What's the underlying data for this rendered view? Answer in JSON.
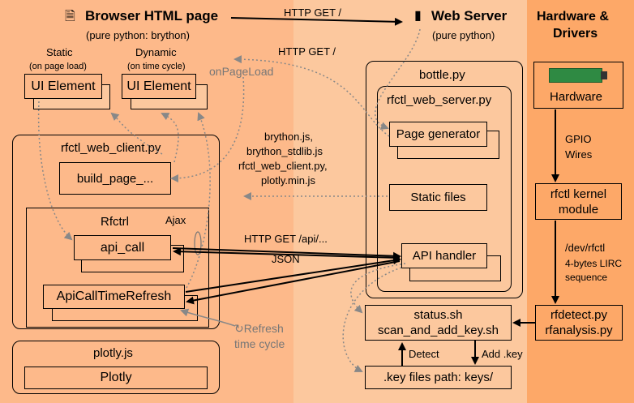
{
  "header": {
    "browser_title": "Browser HTML page",
    "browser_sub": "(pure python: brython)",
    "server_title": "Web Server",
    "server_sub": "(pure python)",
    "hw_title_1": "Hardware &",
    "hw_title_2": "Drivers",
    "http_get_top": "HTTP GET /",
    "http_get_second": "HTTP GET /",
    "on_page_load": "onPageLoad"
  },
  "browser": {
    "static_label": "Static",
    "static_sub": "(on page load)",
    "dynamic_label": "Dynamic",
    "dynamic_sub": "(on time cycle)",
    "ui_element_1": "UI Element",
    "ui_element_2": "UI Element",
    "client_title": "rfctl_web_client.py",
    "build_page": "build_page_...",
    "rfctrl_title": "Rfctrl",
    "ajax": "Ajax",
    "api_call": "api_call",
    "api_call_time_refresh": "ApiCallTimeRefresh",
    "refresh_1": "↻Refresh",
    "refresh_2": "time cycle",
    "plotly_title": "plotly.js",
    "plotly": "Plotly"
  },
  "middle": {
    "files_1": "brython.js,",
    "files_2": "brython_stdlib.js",
    "files_3": "rfctl_web_client.py,",
    "files_4": "plotly.min.js",
    "http_get_api": "HTTP GET /api/...",
    "json": "JSON"
  },
  "server": {
    "bottle": "bottle.py",
    "rfctl_web_server": "rfctl_web_server.py",
    "page_generator": "Page generator",
    "static_files": "Static files",
    "api_handler": "API handler",
    "status_1": "status.sh",
    "status_2": "scan_and_add_key.sh",
    "detect": "Detect",
    "add_key": "Add .key",
    "key_files": ".key files path: keys/"
  },
  "hardware": {
    "hardware": "Hardware",
    "gpio_1": "GPIO",
    "gpio_2": "Wires",
    "kernel_1": "rfctl kernel",
    "kernel_2": "module",
    "dev_1": "/dev/rfctl",
    "dev_2": "4-bytes LIRC",
    "dev_3": "sequence",
    "rfdetect": "rfdetect.py",
    "rfanalysis": "rfanalysis.py"
  }
}
